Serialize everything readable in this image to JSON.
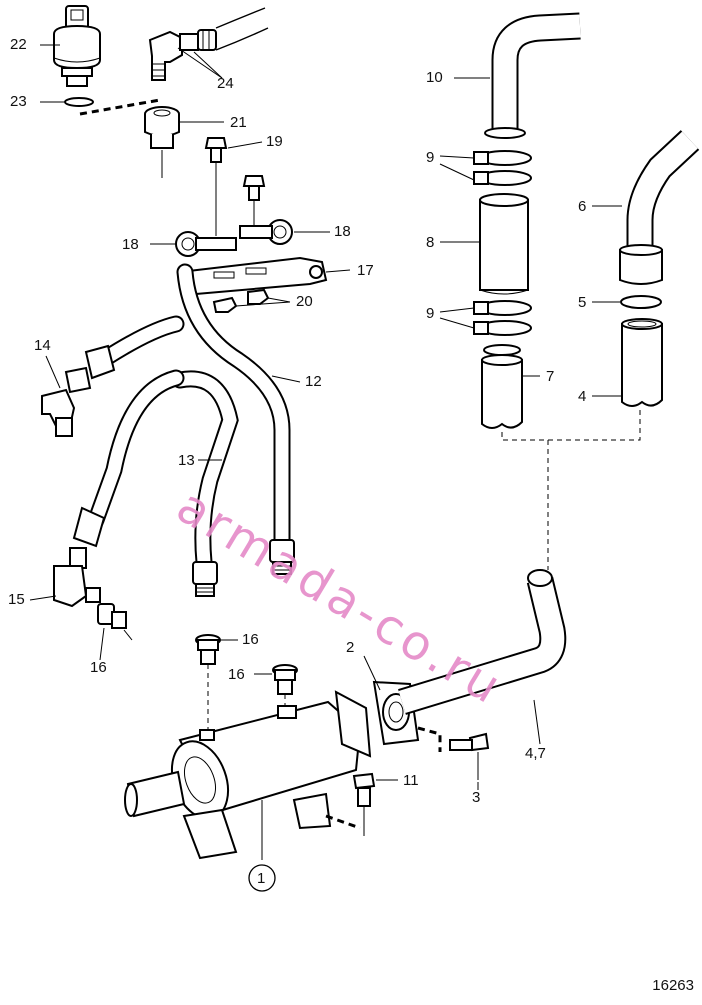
{
  "labels": {
    "l1": "1",
    "l2": "2",
    "l3": "3",
    "l4": "4",
    "l5": "5",
    "l6": "6",
    "l7": "7",
    "l8": "8",
    "l9a": "9",
    "l9b": "9",
    "l10": "10",
    "l11": "11",
    "l12": "12",
    "l13": "13",
    "l14": "14",
    "l15": "15",
    "l16a": "16",
    "l16b": "16",
    "l16c": "16",
    "l17": "17",
    "l18a": "18",
    "l18b": "18",
    "l19": "19",
    "l20": "20",
    "l21": "21",
    "l22": "22",
    "l23": "23",
    "l24": "24",
    "l47": "4,7"
  },
  "drawing_number": "16263",
  "watermark": "armada-co.ru"
}
